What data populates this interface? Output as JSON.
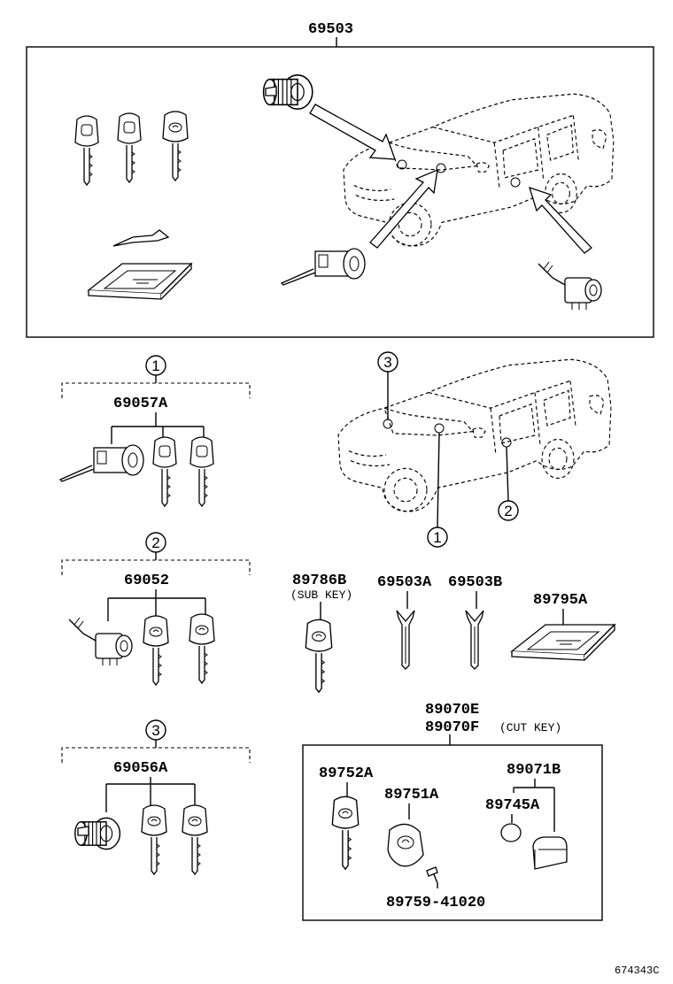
{
  "labels": {
    "main_assembly": "69503",
    "callout_1": "1",
    "callout_2": "2",
    "callout_3": "3",
    "kit_1": "69057A",
    "kit_2": "69052",
    "kit_3": "69056A",
    "sub_key_part": "89786B",
    "sub_key_note": "(SUB KEY)",
    "blank_key_a": "69503A",
    "blank_key_b": "69503B",
    "plate": "89795A",
    "key_set_e": "89070E",
    "key_set_f": "89070F",
    "cut_key_note": "(CUT KEY)",
    "key_part": "89752A",
    "cover_part": "89751A",
    "screw_part": "89759-41020",
    "battery_set": "89071B",
    "battery": "89745A",
    "figure_code": "674343C"
  },
  "icons": {
    "key": "key-icon",
    "ignition_cylinder": "ignition-cylinder-icon",
    "door_cylinder": "door-lock-cylinder-icon",
    "hood_cylinder": "hood-lock-cylinder-icon",
    "vehicle": "suv-vehicle-icon",
    "card_plate": "key-plate-icon",
    "battery": "battery-icon",
    "screw": "screw-icon"
  }
}
